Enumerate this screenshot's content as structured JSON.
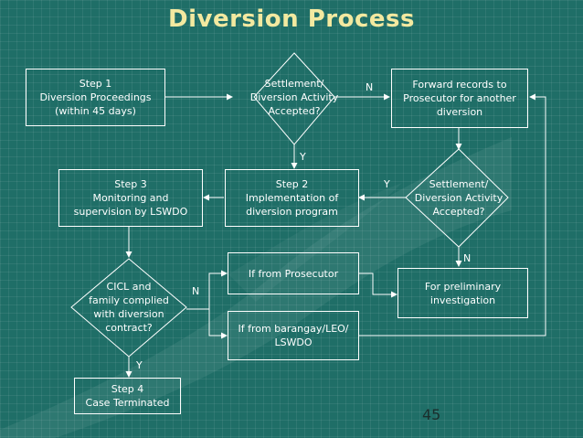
{
  "title": "Diversion Process",
  "nodes": {
    "step1": "Step 1\nDiversion Proceedings\n(within 45 days)",
    "decision1": "Settlement/\nDiversion Activity\nAccepted?",
    "forward": "Forward records to\nProsecutor for another\ndiversion",
    "step3": "Step 3\nMonitoring and\nsupervision by LSWDO",
    "step2": "Step 2\nImplementation of\ndiversion program",
    "decision2": "Settlement/\nDiversion Activity\nAccepted?",
    "prosecutor": "If from Prosecutor",
    "barangay": "If from barangay/LEO/\nLSWDO",
    "preliminary": "For preliminary\ninvestigation",
    "decision3": "CICL and\nfamily complied\nwith diversion\ncontract?",
    "step4": "Step 4\nCase Terminated"
  },
  "labels": {
    "d1_no": "N",
    "d1_yes": "Y",
    "d2_yes": "Y",
    "d2_no": "N",
    "d3_no": "N",
    "d3_yes": "Y"
  },
  "page_number": "45"
}
